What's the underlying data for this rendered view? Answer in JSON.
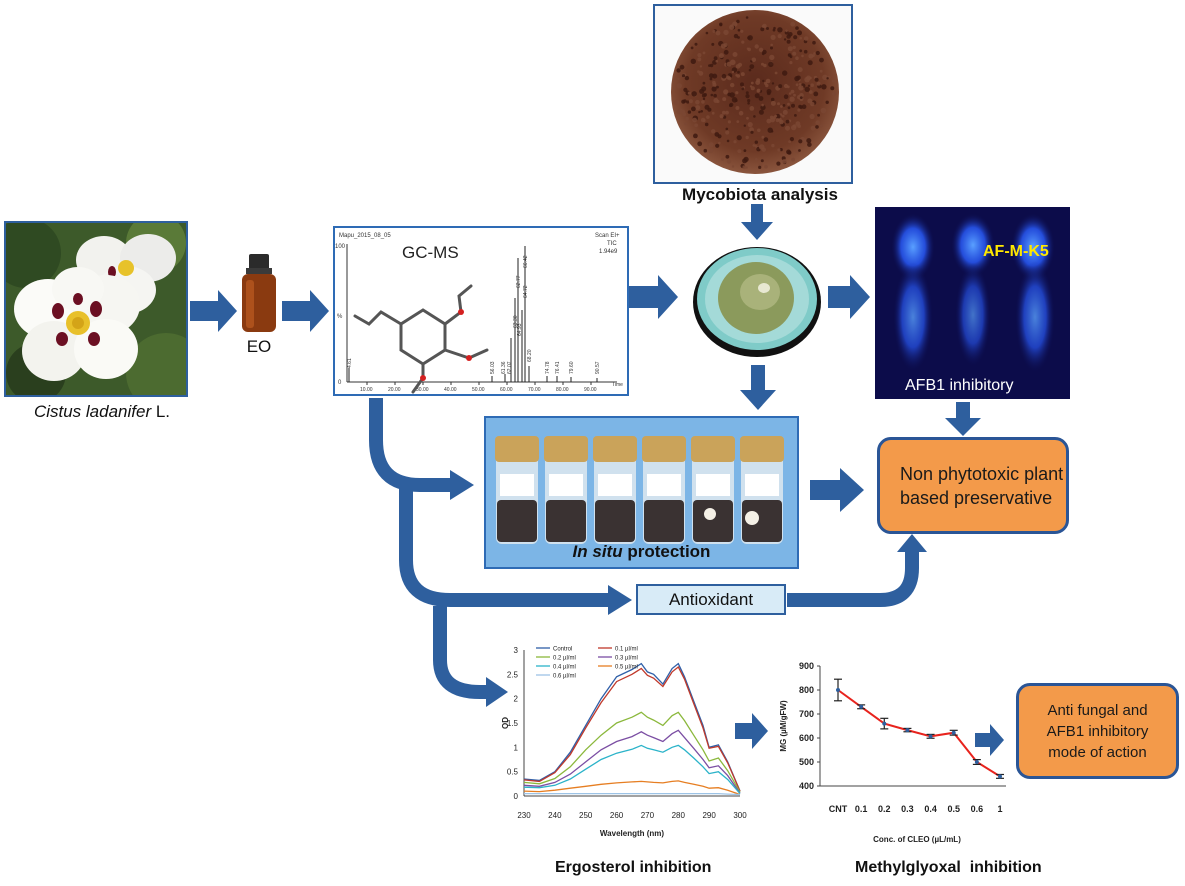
{
  "plant": {
    "caption_italic": "Cistus ladanifer",
    "caption_rest": " L."
  },
  "eo_label": "EO",
  "gcms": {
    "title": "GC-MS",
    "header_left": "Mapu_2015_08_05",
    "header_right_1": "Scan EI+",
    "header_right_2": "TIC",
    "header_right_3": "1.94e9",
    "x_ticks": [
      "10.00",
      "20.00",
      "30.00",
      "40.00",
      "50.00",
      "60.00",
      "70.00",
      "80.00",
      "90.00"
    ],
    "x_axis_end": "Time",
    "y_ticks": [
      "100",
      "%",
      "0"
    ],
    "peak_labels": [
      "4.61",
      "56.03",
      "61.36",
      "62.07",
      "63.30",
      "64.93",
      "62.77",
      "64.72",
      "66.42",
      "68.20",
      "74.78",
      "76.41",
      "79.60",
      "90.57"
    ]
  },
  "mycobiota": {
    "label": "Mycobiota analysis"
  },
  "tlc": {
    "strain_label": "AF-M-K5",
    "inhibitory_label": "AFB1 inhibitory"
  },
  "insitu": {
    "label_italic": "In situ",
    "label_rest": " protection"
  },
  "antioxidant": {
    "label": "Antioxidant"
  },
  "preservative": {
    "label": "Non phytotoxic plant based preservative"
  },
  "mode_of_action": {
    "label": "Anti fungal and AFB1 inhibitory mode of action"
  },
  "ergosterol_caption": "Ergosterol inhibition",
  "methylglyoxal_caption": "Methylglyoxal  inhibition",
  "colors": {
    "arrow": "#2e5f9e",
    "orange_box": "#f39a4a",
    "antioxidant_box": "#d8ebf7",
    "tlc_background": "#0c0c4a",
    "tlc_spot": "#2a5dff",
    "tlc_label": "#ffe800"
  },
  "chart_data": [
    {
      "type": "line",
      "xlabel": "Wavelength (nm)",
      "ylabel": "OD",
      "xlim": [
        230,
        300
      ],
      "ylim": [
        0,
        3
      ],
      "x_ticks": [
        "230",
        "240",
        "250",
        "260",
        "270",
        "280",
        "290",
        "300"
      ],
      "y_ticks": [
        "0",
        "0.5",
        "1",
        "1.5",
        "2",
        "2.5",
        "3"
      ],
      "x": [
        230,
        235,
        240,
        245,
        250,
        255,
        260,
        265,
        268,
        270,
        272,
        275,
        278,
        280,
        282,
        285,
        288,
        290,
        293,
        296,
        300
      ],
      "series": [
        {
          "name": "Control",
          "color": "#2f5fa8",
          "values": [
            0.35,
            0.32,
            0.5,
            0.9,
            1.45,
            2.0,
            2.45,
            2.6,
            2.72,
            2.55,
            2.5,
            2.3,
            2.62,
            2.72,
            2.45,
            1.95,
            1.45,
            1.0,
            1.05,
            0.7,
            0.1
          ]
        },
        {
          "name": "0.1 µl/ml",
          "color": "#c0392b",
          "values": [
            0.33,
            0.3,
            0.48,
            0.85,
            1.4,
            1.92,
            2.35,
            2.5,
            2.62,
            2.48,
            2.42,
            2.25,
            2.55,
            2.65,
            2.4,
            1.9,
            1.4,
            0.98,
            1.02,
            0.68,
            0.1
          ]
        },
        {
          "name": "0.2 µl/ml",
          "color": "#8bb83c",
          "values": [
            0.28,
            0.25,
            0.36,
            0.6,
            0.95,
            1.25,
            1.5,
            1.62,
            1.72,
            1.62,
            1.56,
            1.45,
            1.65,
            1.72,
            1.55,
            1.25,
            0.95,
            0.72,
            0.78,
            0.52,
            0.08
          ]
        },
        {
          "name": "0.3 µl/ml",
          "color": "#7b4ea3",
          "values": [
            0.22,
            0.2,
            0.28,
            0.45,
            0.7,
            0.95,
            1.12,
            1.22,
            1.32,
            1.25,
            1.2,
            1.12,
            1.28,
            1.35,
            1.2,
            0.98,
            0.75,
            0.58,
            0.62,
            0.42,
            0.06
          ]
        },
        {
          "name": "0.4 µl/ml",
          "color": "#2bb3c9",
          "values": [
            0.18,
            0.17,
            0.22,
            0.35,
            0.55,
            0.75,
            0.88,
            0.96,
            1.04,
            0.98,
            0.95,
            0.9,
            1.0,
            1.04,
            0.95,
            0.78,
            0.6,
            0.46,
            0.5,
            0.34,
            0.05
          ]
        },
        {
          "name": "0.5 µl/ml",
          "color": "#e67e22",
          "values": [
            0.1,
            0.09,
            0.12,
            0.16,
            0.2,
            0.24,
            0.27,
            0.29,
            0.3,
            0.29,
            0.28,
            0.27,
            0.3,
            0.31,
            0.28,
            0.24,
            0.2,
            0.16,
            0.17,
            0.12,
            0.03
          ]
        },
        {
          "name": "0.6 µl/ml",
          "color": "#9dc3e6",
          "values": [
            0.05,
            0.05,
            0.05,
            0.05,
            0.05,
            0.05,
            0.05,
            0.05,
            0.05,
            0.05,
            0.05,
            0.05,
            0.05,
            0.05,
            0.05,
            0.05,
            0.05,
            0.05,
            0.05,
            0.04,
            0.03
          ]
        }
      ],
      "legend": "top"
    },
    {
      "type": "line",
      "xlabel": "Conc. of CLEO (µL/mL)",
      "ylabel": "MG (µM/gFW)",
      "ylim": [
        400,
        900
      ],
      "y_ticks": [
        "400",
        "500",
        "600",
        "700",
        "800",
        "900"
      ],
      "categories": [
        "CNT",
        "0.1",
        "0.2",
        "0.3",
        "0.4",
        "0.5",
        "0.6",
        "1"
      ],
      "series": [
        {
          "name": "",
          "color": "#e8231d",
          "values": [
            800,
            730,
            660,
            633,
            607,
            622,
            500,
            440
          ],
          "errors": [
            45,
            8,
            22,
            7,
            8,
            10,
            10,
            8
          ]
        }
      ]
    }
  ]
}
